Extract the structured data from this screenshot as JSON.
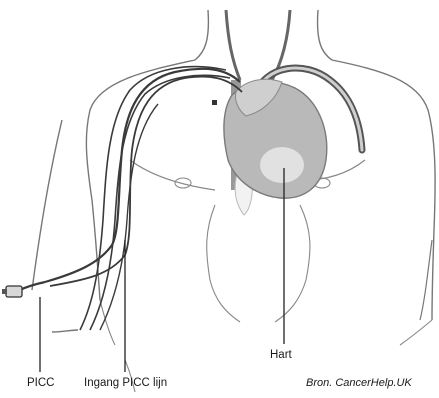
{
  "labels": {
    "picc": "PICC",
    "ingang": "Ingang PICC lijn",
    "hart": "Hart",
    "bron": "Bron. CancerHelp.UK"
  },
  "colors": {
    "skin_outline": "#777777",
    "catheter": "#3a3a3a",
    "heart_fill": "#b9b9b9",
    "vessel_fill": "#cfcfcf",
    "leader": "#222222"
  }
}
